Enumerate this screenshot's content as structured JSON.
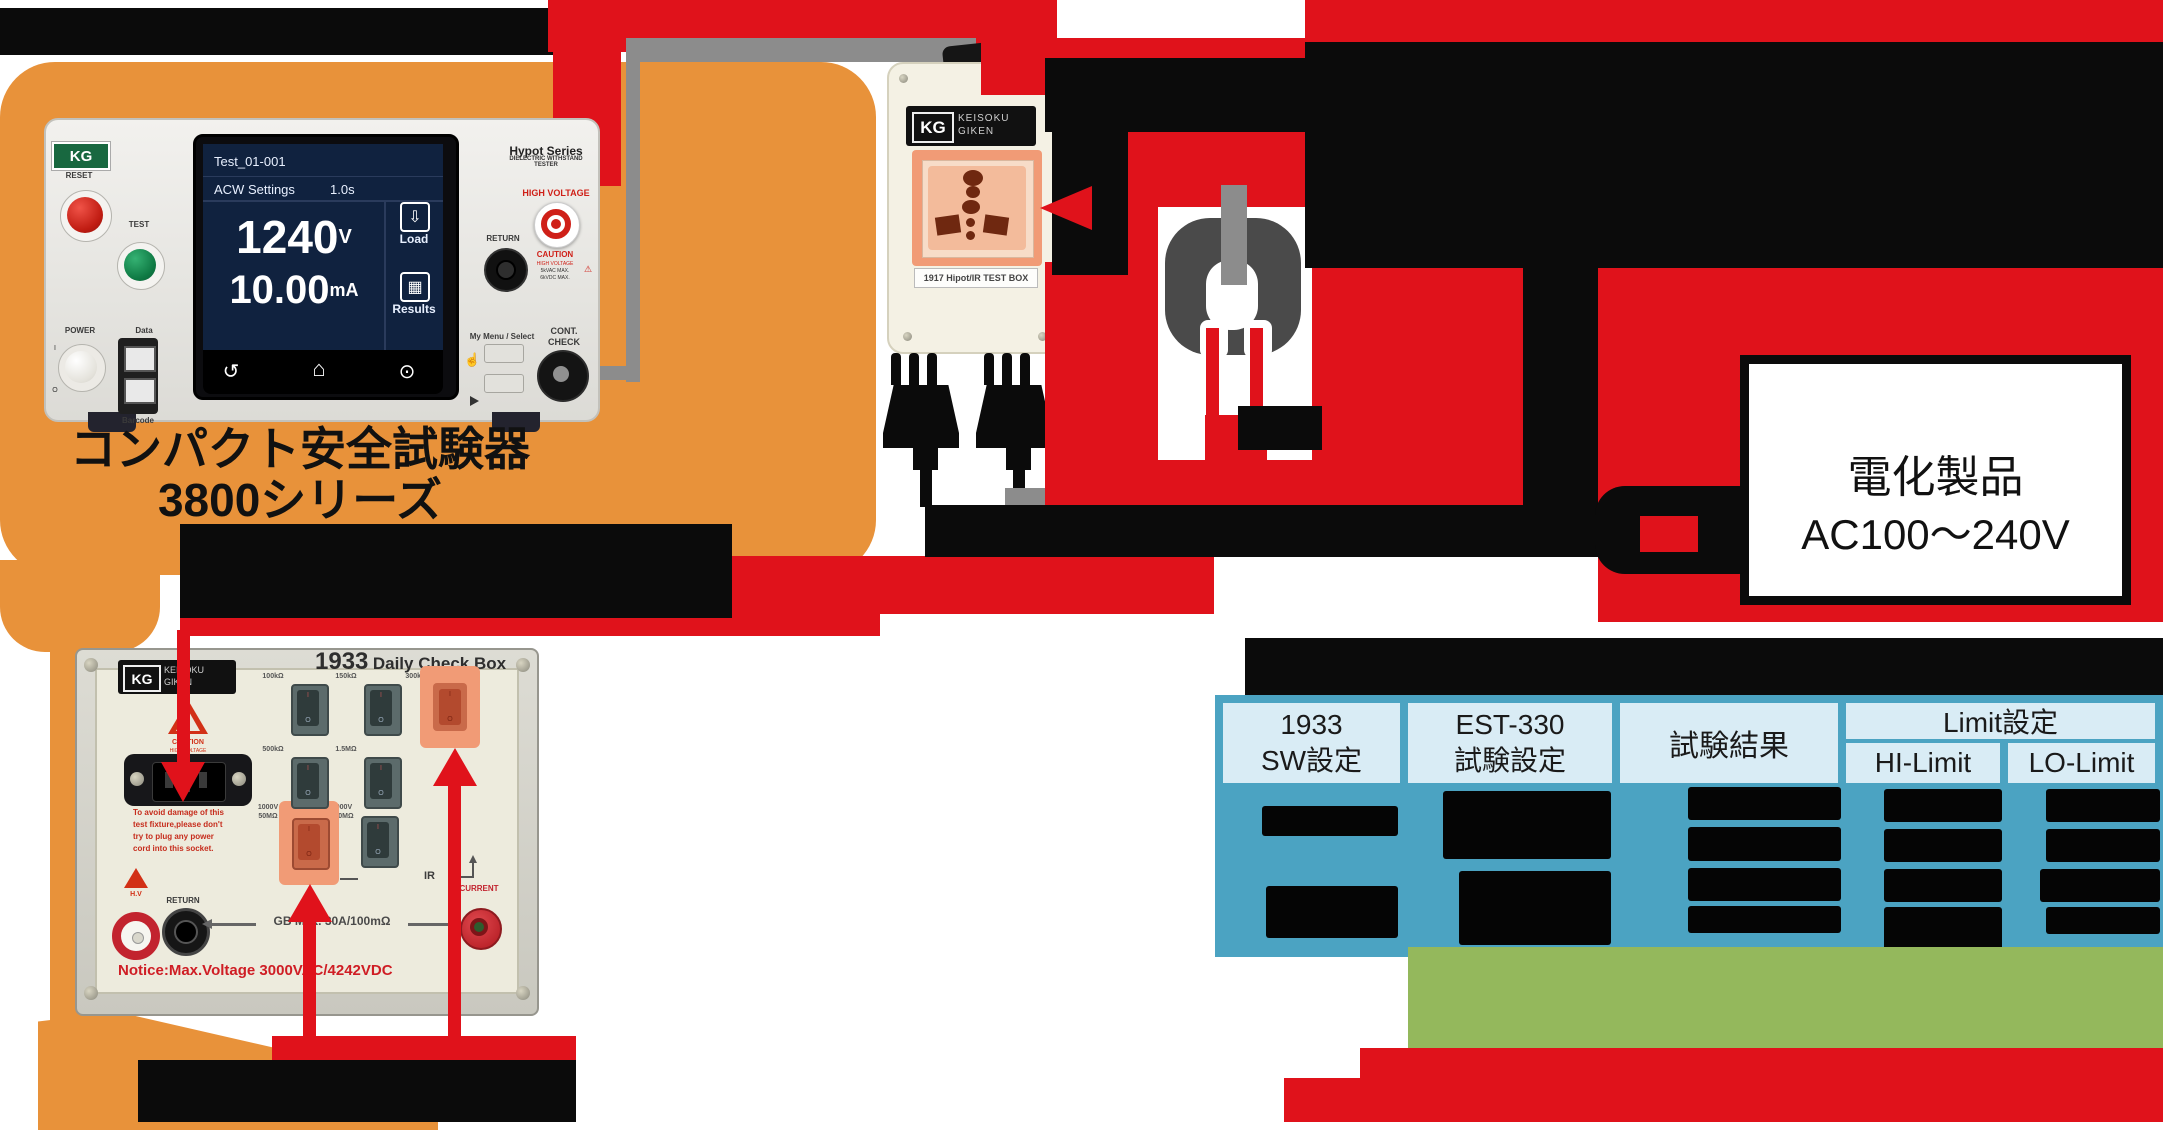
{
  "palette": {
    "orange": "#E8923A",
    "red": "#E0121B",
    "black": "#0B0B0B",
    "wire_gray": "#8C8C8C",
    "table_teal": "#4BA3C2",
    "table_header": "#D9ECF5",
    "green": "#94B85C",
    "socket_salmon": "#F19B76",
    "kg_green": "#186840",
    "screen_navy": "#10223F"
  },
  "tester3800": {
    "logo": "KG",
    "reset": "RESET",
    "test": "TEST",
    "power": "POWER",
    "power_on": "I",
    "power_off": "O",
    "data": "Data",
    "barcode": "Barcode",
    "screen": {
      "test_name": "Test_01-001",
      "mode": "ACW Settings",
      "time": "1.0s",
      "voltage": "1240",
      "voltage_unit": "V",
      "current": "10.00",
      "current_unit": "mA",
      "load": "Load",
      "results": "Results",
      "nav_back": "↺",
      "nav_home": "⌂",
      "nav_power": "⊙",
      "load_icon": "⇩",
      "results_icon": "▦"
    },
    "series": "Hypot Series",
    "series_sub": "DIELECTRIC WITHSTAND TESTER",
    "high_voltage": "HIGH VOLTAGE",
    "return": "RETURN",
    "caution": "CAUTION",
    "caution_l1": "HIGH VOLTAGE",
    "caution_l2": "5kVAC MAX.",
    "caution_l3": "6kVDC MAX.",
    "warn_icon": "⚠",
    "my_menu": "My Menu / Select",
    "hand_icon": "☝",
    "cont1": "CONT.",
    "cont2": "CHECK",
    "caption1": "コンパクト安全試験器",
    "caption2": "3800シリーズ"
  },
  "testbox1917": {
    "kg": "KG",
    "maker1": "KEISOKU",
    "maker2": "GIKEN",
    "label": "1917 Hipot/IR TEST BOX"
  },
  "appliance": {
    "line1": "電化製品",
    "line2": "AC100～240V"
  },
  "checkbox1933": {
    "title_num": "1933",
    "title_text": "Daily Check Box",
    "kg": "KG",
    "maker1": "KEISOKU",
    "maker2": "GIKEN",
    "sw_labels": [
      "100kΩ",
      "150kΩ",
      "300kΩ",
      "500kΩ",
      "1.5MΩ"
    ],
    "sw31a": "1000V",
    "sw31b": "50MΩ",
    "sw32a": "1000V",
    "sw32b": "100MΩ",
    "rocker_on": "I",
    "rocker_off": "O",
    "ir": "IR",
    "caution": "CAUTION",
    "caution_sub": "HIGH VOLTAGE",
    "hv": "H.V",
    "warn1": "To avoid damage of this",
    "warn2": "test fixture,please don't",
    "warn3": "try to plug any power",
    "warn4": "cord into this socket.",
    "return": "RETURN",
    "current": "CURRENT",
    "gb": "GB Max. 30A/100mΩ",
    "notice": "Notice:Max.Voltage 3000VAC/4242VDC"
  },
  "table": {
    "h1a": "1933",
    "h1b": "SW設定",
    "h2a": "EST-330",
    "h2b": "試験設定",
    "h3": "試験結果",
    "h4": "Limit設定",
    "h4a": "HI-Limit",
    "h4b": "LO-Limit"
  }
}
